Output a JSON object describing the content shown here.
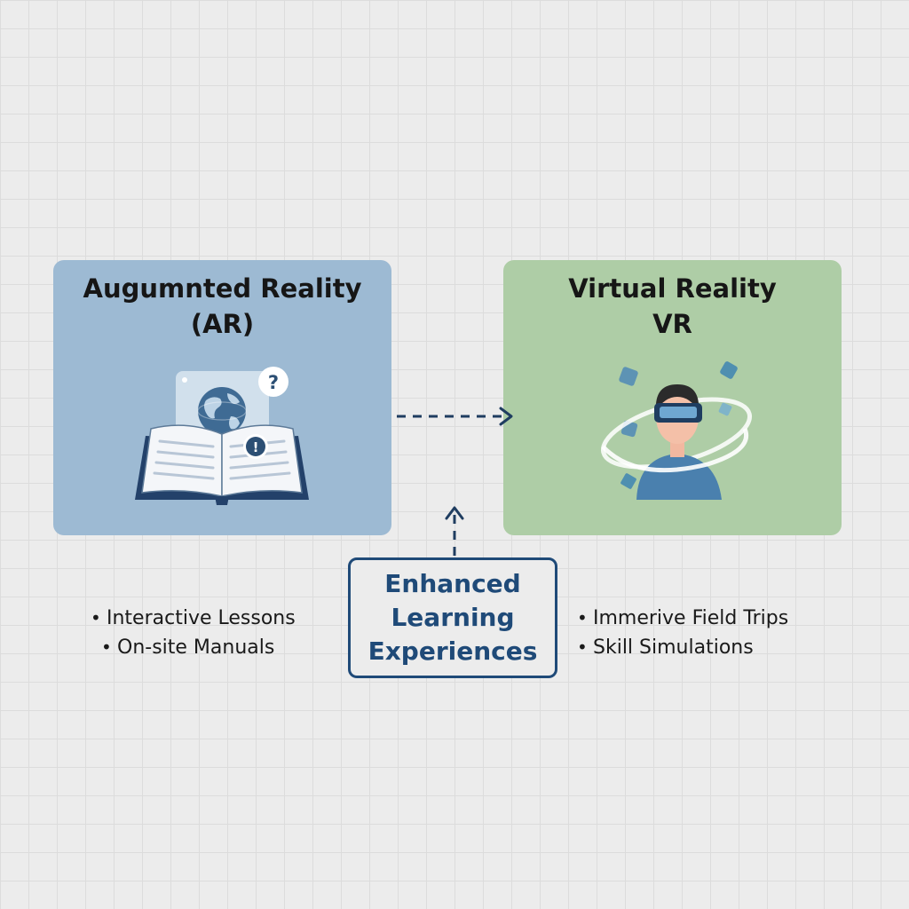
{
  "ar_panel": {
    "title_line1": "Augumnted Reality",
    "title_line2": "(AR)",
    "illustration": [
      "open-book-icon",
      "globe-icon",
      "question-bubble-icon",
      "exclamation-badge-icon"
    ],
    "bullets": [
      "Interactive Lessons",
      "On-site Manuals"
    ]
  },
  "vr_panel": {
    "title_line1": "Virtual Reality",
    "title_line2": "VR",
    "illustration": [
      "vr-headset-person-icon",
      "orbit-rings-icon",
      "floating-cubes-icon"
    ],
    "bullets": [
      "Immerive Field Trips",
      "Skill Simulations"
    ]
  },
  "center": {
    "line1": "Enhanced",
    "line2": "Learning",
    "line3": "Experiences"
  },
  "colors": {
    "ar_panel_bg": "#9dbad3",
    "vr_panel_bg": "#aecda6",
    "accent_navy": "#1f4a78",
    "background": "#ececec"
  }
}
